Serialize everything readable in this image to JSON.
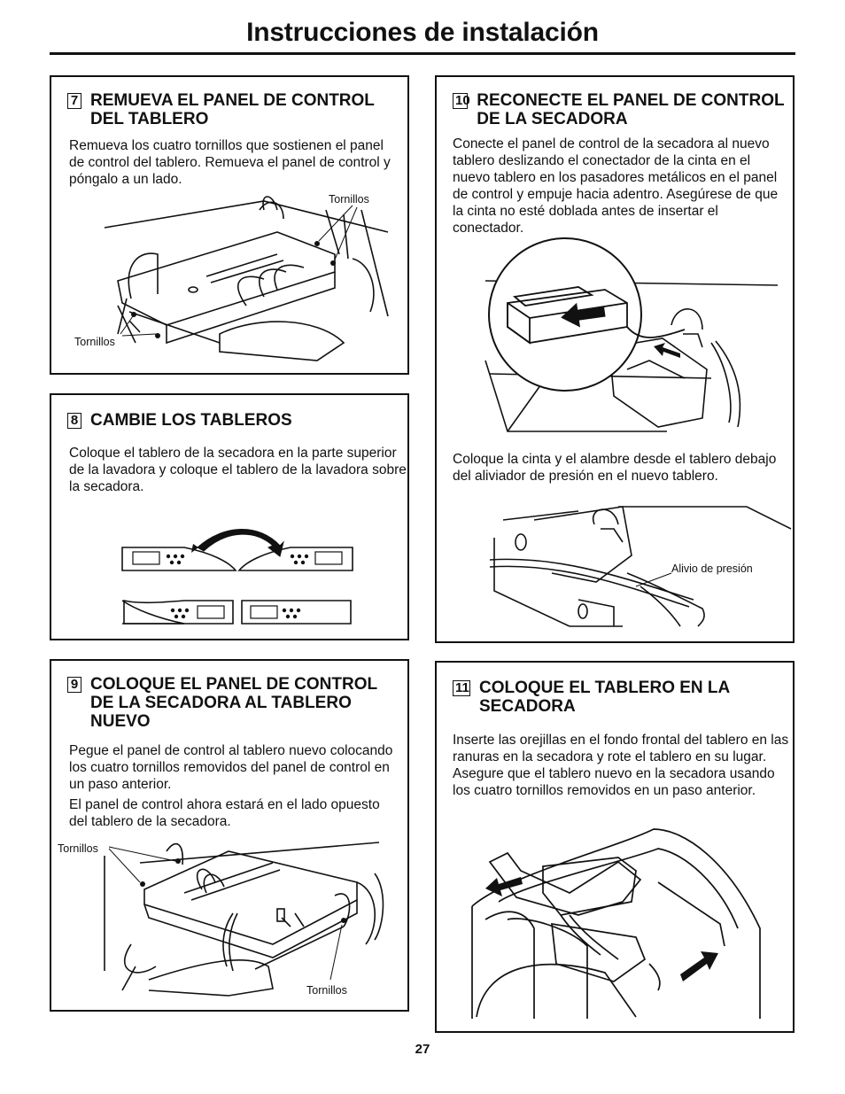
{
  "page": {
    "title": "Instrucciones de instalación",
    "page_number": "27"
  },
  "step7": {
    "number": "7",
    "heading": "REMUEVA EL PANEL DE CONTROL DEL TABLERO",
    "text": "Remueva los cuatro tornillos que sostienen el panel de control del tablero. Remueva el panel de control y póngalo a un lado.",
    "label_top": "Tornillos",
    "label_left": "Tornillos"
  },
  "step8": {
    "number": "8",
    "heading": "CAMBIE LOS TABLEROS",
    "text": "Coloque el tablero de la secadora en la parte superior de la lavadora y coloque el tablero de la lavadora sobre la secadora."
  },
  "step9": {
    "number": "9",
    "heading": "COLOQUE EL PANEL DE CONTROL DE LA SECADORA AL TABLERO NUEVO",
    "text1": "Pegue el panel de control al tablero nuevo colocando los cuatro tornillos removidos del panel de control en un paso anterior.",
    "text2": "El panel de control ahora estará en el lado opuesto del tablero de la secadora.",
    "label_left": "Tornillos",
    "label_bottom": "Tornillos"
  },
  "step10": {
    "number": "10",
    "heading": "RECONECTE EL PANEL DE CONTROL DE LA SECADORA",
    "text1": "Conecte el panel de control de la secadora al nuevo tablero deslizando el conectador de la cinta en el nuevo tablero en los pasadores metálicos en el panel de control y empuje hacia adentro. Asegúrese de que la cinta no esté doblada antes de insertar el conectador.",
    "text2": "Coloque la cinta y el alambre desde el tablero debajo del aliviador de presión en el nuevo tablero.",
    "label_relief": "Alivio de presión"
  },
  "step11": {
    "number": "11",
    "heading": "COLOQUE EL TABLERO EN LA SECADORA",
    "text": "Inserte las orejillas en el fondo frontal del tablero en las ranuras en la secadora y rote el tablero en su lugar. Asegure que el tablero nuevo en la secadora usando los cuatro tornillos removidos en un paso anterior."
  }
}
